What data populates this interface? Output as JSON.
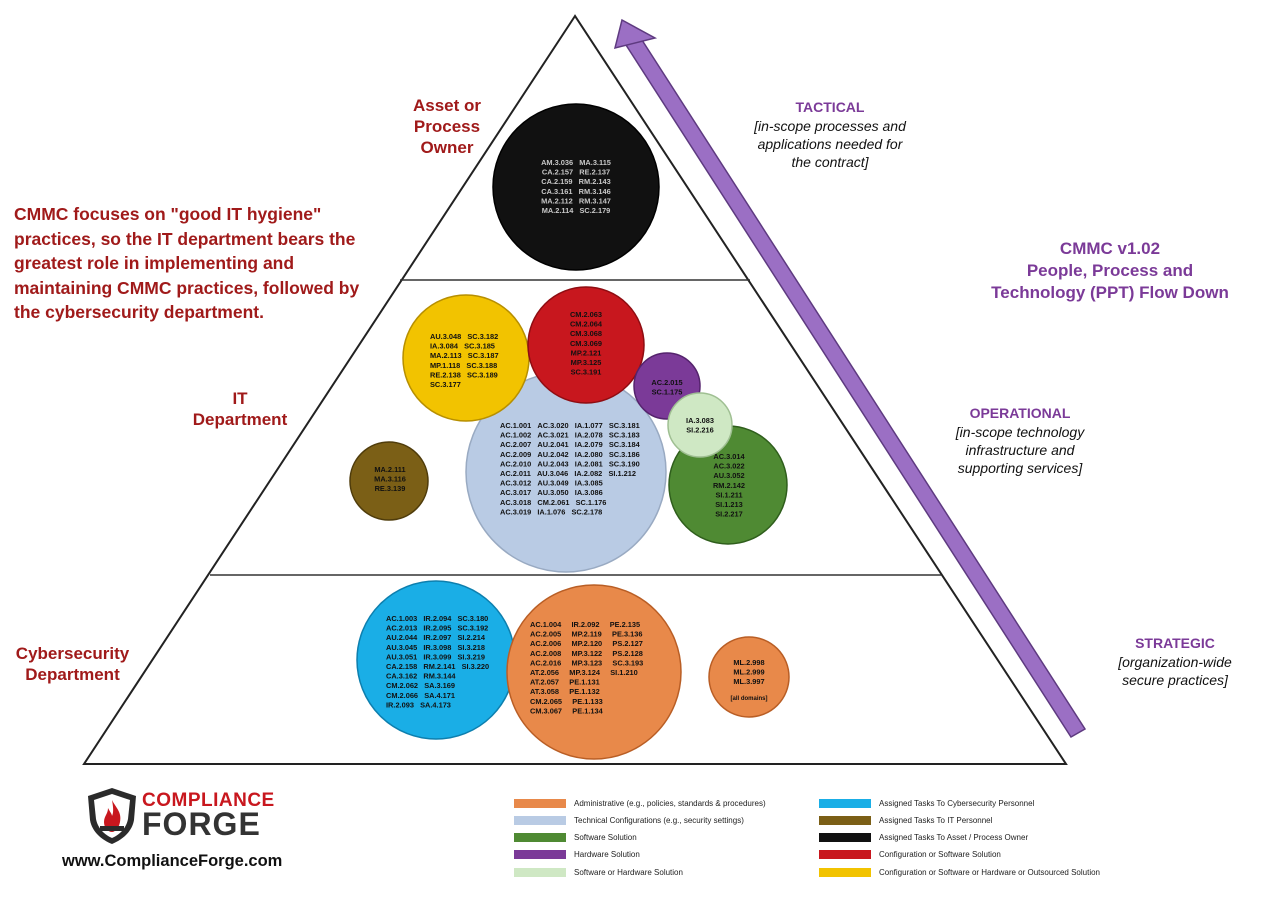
{
  "intro_text": "CMMC focuses on \"good IT hygiene\" practices, so the IT department bears the greatest role in implementing and maintaining CMMC practices, followed by the cybersecurity department.",
  "tiers": {
    "asset_owner": "Asset or\nProcess\nOwner",
    "it": "IT\nDepartment",
    "cyber": "Cybersecurity\nDepartment"
  },
  "flow": {
    "title": "CMMC v1.02\nPeople, Process and\nTechnology (PPT) Flow Down",
    "tactical": {
      "name": "TACTICAL",
      "desc": "[in-scope processes and\napplications needed for\nthe contract]"
    },
    "operational": {
      "name": "OPERATIONAL",
      "desc": "[in-scope technology\ninfrastructure and\nsupporting services]"
    },
    "strategic": {
      "name": "STRATEGIC",
      "desc": "[organization-wide\nsecure practices]"
    }
  },
  "colors": {
    "administrative": "#e8894a",
    "technical": "#b9cbe4",
    "software": "#4f8a33",
    "hardware": "#7b3a98",
    "soft_or_hard": "#cfe8c4",
    "cyber": "#1aaee6",
    "it_personnel": "#7b5f16",
    "asset_owner": "#111111",
    "config_software": "#c8171e",
    "config_outsourced": "#f2c300",
    "arrow": "#9b6fc4",
    "tier_text": "#a01a1a"
  },
  "bubbles": {
    "asset_owner": [
      "AM.3.036   MA.3.115",
      "CA.2.157   RE.2.137",
      "CA.2.159   RM.2.143",
      "CA.3.161   RM.3.146",
      "MA.2.112   RM.3.147",
      "MA.2.114   SC.2.179"
    ],
    "red": [
      "CM.2.063",
      "CM.2.064",
      "CM.3.068",
      "CM.3.069",
      "MP.2.121",
      "MP.3.125",
      "SC.3.191"
    ],
    "yellow": [
      "AU.3.048   SC.3.182",
      "IA.3.084   SC.3.185",
      "MA.2.113   SC.3.187",
      "MP.1.118   SC.3.188",
      "RE.2.138   SC.3.189",
      "SC.3.177"
    ],
    "purple": [
      "AC.2.015",
      "SC.1.175"
    ],
    "lightgreen": [
      "IA.3.083",
      "SI.2.216"
    ],
    "technical": [
      "AC.1.001   AC.3.020   IA.1.077   SC.3.181",
      "AC.1.002   AC.3.021   IA.2.078   SC.3.183",
      "AC.2.007   AU.2.041   IA.2.079   SC.3.184",
      "AC.2.009   AU.2.042   IA.2.080   SC.3.186",
      "AC.2.010   AU.2.043   IA.2.081   SC.3.190",
      "AC.2.011   AU.3.046   IA.2.082   SI.1.212",
      "AC.3.012   AU.3.049   IA.3.085",
      "AC.3.017   AU.3.050   IA.3.086",
      "AC.3.018   CM.2.061   SC.1.176",
      "AC.3.019   IA.1.076   SC.2.178"
    ],
    "green": [
      "AC.3.014",
      "AC.3.022",
      "AU.3.052",
      "RM.2.142",
      "SI.1.211",
      "SI.1.213",
      "SI.2.217"
    ],
    "brown": [
      "MA.2.111",
      "MA.3.116",
      "RE.3.139"
    ],
    "cyber": [
      "AC.1.003   IR.2.094   SC.3.180",
      "AC.2.013   IR.2.095   SC.3.192",
      "AU.2.044   IR.2.097   SI.2.214",
      "AU.3.045   IR.3.098   SI.3.218",
      "AU.3.051   IR.3.099   SI.3.219",
      "CA.2.158   RM.2.141   SI.3.220",
      "CA.3.162   RM.3.144",
      "CM.2.062   SA.3.169",
      "CM.2.066   SA.4.171",
      "IR.2.093   SA.4.173"
    ],
    "orange": [
      "AC.1.004     IR.2.092     PE.2.135",
      "AC.2.005     MP.2.119     PE.3.136",
      "AC.2.006     MP.2.120     PS.2.127",
      "AC.2.008     MP.3.122     PS.2.128",
      "AC.2.016     MP.3.123     SC.3.193",
      "AT.2.056     MP.3.124     SI.1.210",
      "AT.2.057     PE.1.131",
      "AT.3.058     PE.1.132",
      "CM.2.065     PE.1.133",
      "CM.3.067     PE.1.134"
    ],
    "small_orange": [
      "ML.2.998",
      "ML.2.999",
      "ML.3.997"
    ],
    "small_orange_note": "[all domains]"
  },
  "legend": [
    {
      "label": "Administrative (e.g., policies, standards & procedures)",
      "color": "#e8894a"
    },
    {
      "label": "Technical Configurations (e.g., security settings)",
      "color": "#b9cbe4"
    },
    {
      "label": "Software Solution",
      "color": "#4f8a33"
    },
    {
      "label": "Hardware Solution",
      "color": "#7b3a98"
    },
    {
      "label": "Software or Hardware Solution",
      "color": "#cfe8c4"
    },
    {
      "label": "Assigned Tasks To Cybersecurity Personnel",
      "color": "#1aaee6"
    },
    {
      "label": "Assigned Tasks To IT Personnel",
      "color": "#7b5f16"
    },
    {
      "label": "Assigned Tasks To Asset / Process Owner",
      "color": "#111111"
    },
    {
      "label": "Configuration or Software Solution",
      "color": "#c8171e"
    },
    {
      "label": "Configuration or Software or Hardware or Outsourced Solution",
      "color": "#f2c300"
    }
  ],
  "logo": {
    "line1": "COMPLIANCE",
    "line2": "FORGE",
    "icon": "flame-shield-icon"
  },
  "url": "www.ComplianceForge.com"
}
